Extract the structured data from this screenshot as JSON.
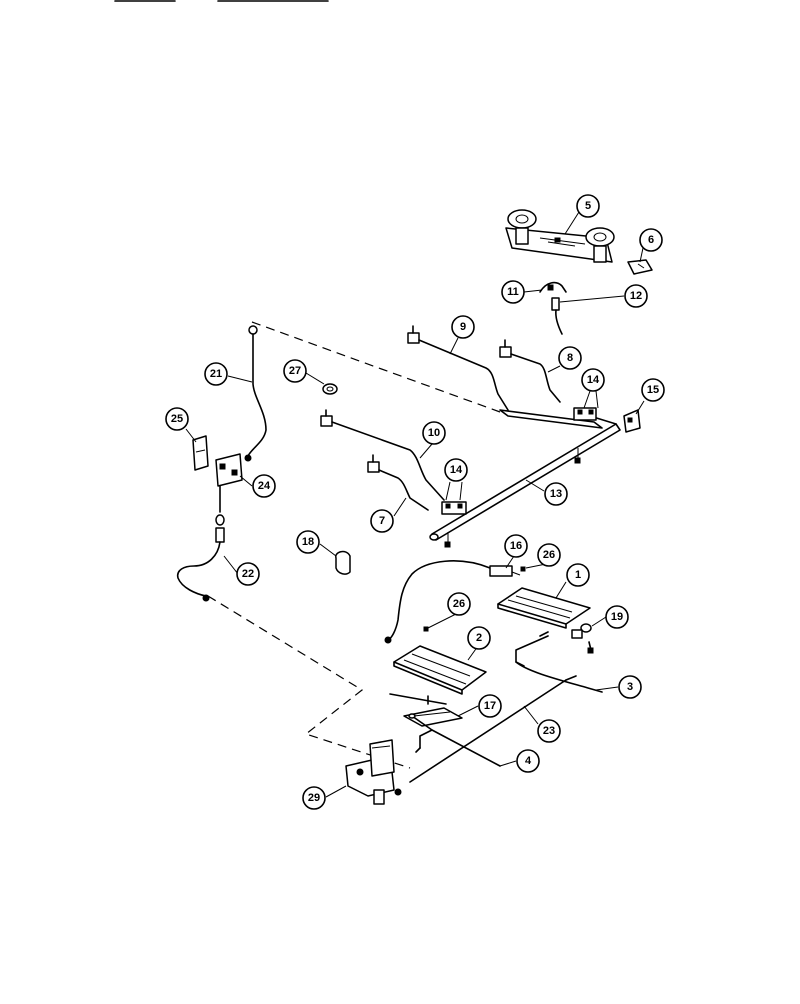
{
  "callouts": {
    "c5": "5",
    "c6": "6",
    "c11": "11",
    "c12": "12",
    "c9": "9",
    "c8": "8",
    "c14a": "14",
    "c15": "15",
    "c21": "21",
    "c27": "27",
    "c25": "25",
    "c24": "24",
    "c10": "10",
    "c14b": "14",
    "c13": "13",
    "c7": "7",
    "c18": "18",
    "c22": "22",
    "c16": "16",
    "c26a": "26",
    "c1": "1",
    "c26b": "26",
    "c19": "19",
    "c2": "2",
    "c3": "3",
    "c17": "17",
    "c23": "23",
    "c4": "4",
    "c29": "29"
  }
}
